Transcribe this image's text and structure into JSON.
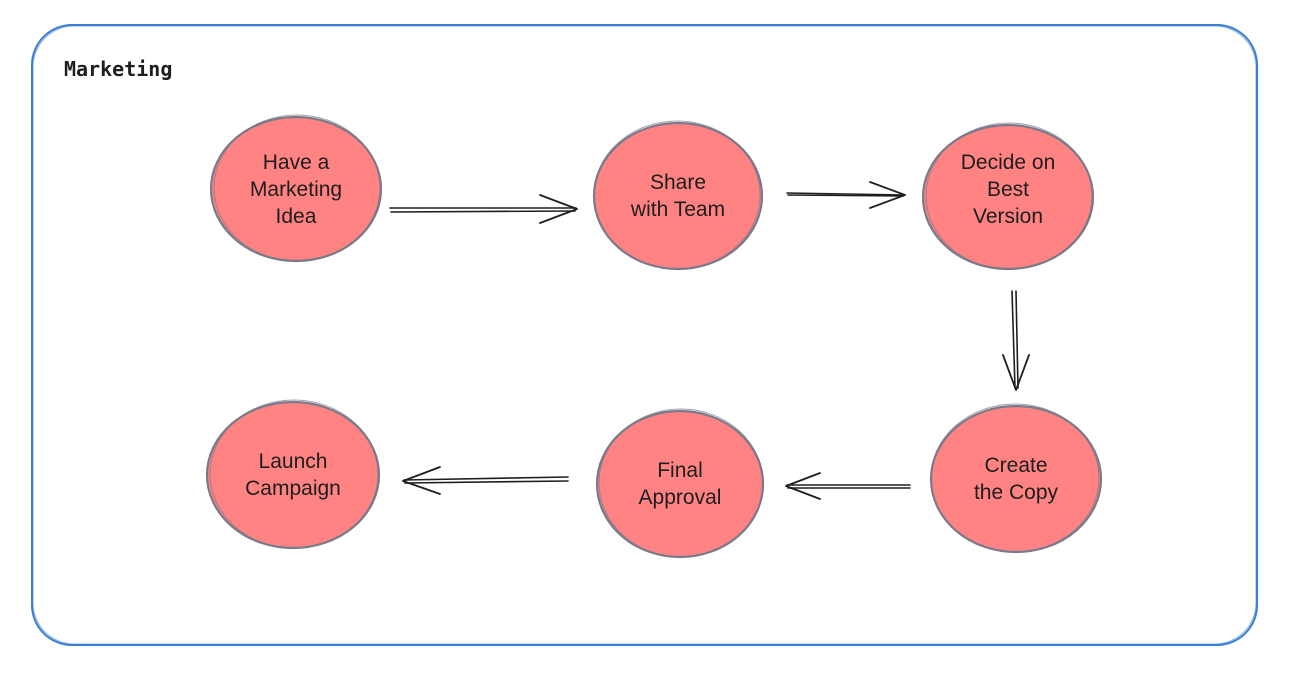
{
  "frame": {
    "title": "Marketing",
    "border_color": "#3b7fd1"
  },
  "style": {
    "node_fill": "#ff8383",
    "node_stroke": "#7a7a8a",
    "arrow_color": "#1e1e1e",
    "text_color": "#1e1e1e"
  },
  "nodes": [
    {
      "id": "have-idea",
      "label": "Have a\nMarketing\nIdea"
    },
    {
      "id": "share-team",
      "label": "Share\nwith Team"
    },
    {
      "id": "decide-version",
      "label": "Decide on\nBest\nVersion"
    },
    {
      "id": "create-copy",
      "label": "Create\nthe Copy"
    },
    {
      "id": "final-approval",
      "label": "Final\nApproval"
    },
    {
      "id": "launch-campaign",
      "label": "Launch\nCampaign"
    }
  ],
  "edges": [
    {
      "from": "have-idea",
      "to": "share-team"
    },
    {
      "from": "share-team",
      "to": "decide-version"
    },
    {
      "from": "decide-version",
      "to": "create-copy"
    },
    {
      "from": "create-copy",
      "to": "final-approval"
    },
    {
      "from": "final-approval",
      "to": "launch-campaign"
    }
  ]
}
